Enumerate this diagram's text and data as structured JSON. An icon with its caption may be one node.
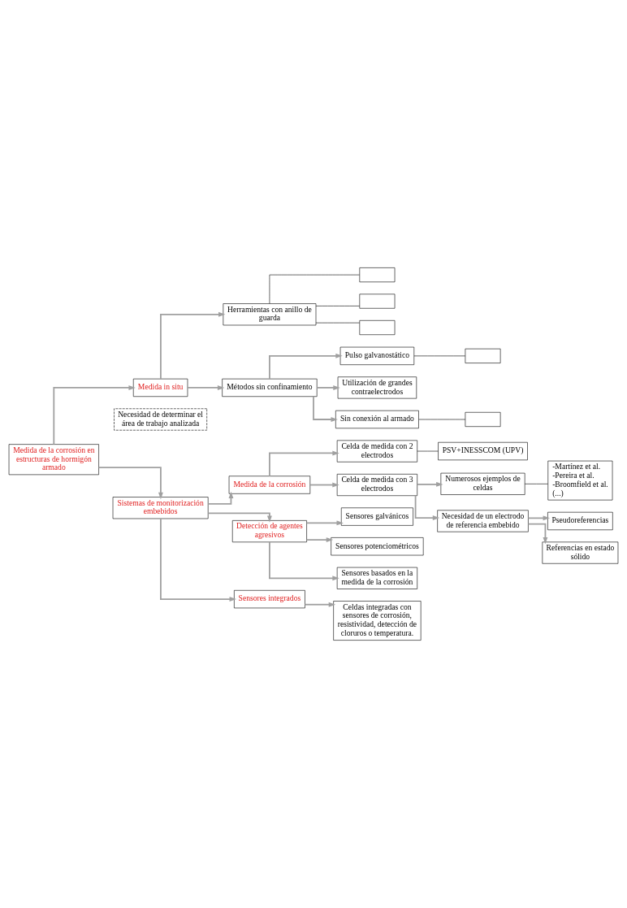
{
  "diagram": {
    "nodes": [
      {
        "text": [
          "Medida de la corrosión en estructuras de hormigón armado"
        ]
      },
      {
        "text": [
          "Medida in situ"
        ]
      },
      {
        "text": [
          "Necesidad de determinar el área de trabajo analizada"
        ]
      },
      {
        "text": [
          "Herramientas con anillo de guarda"
        ]
      },
      {
        "text": [],
        "shape": "box"
      },
      {
        "text": [],
        "shape": "box"
      },
      {
        "text": [],
        "shape": "box"
      },
      {
        "text": [
          "Métodos sin confinamiento"
        ]
      },
      {
        "text": [
          "Pulso galvanostático"
        ]
      },
      {
        "text": [],
        "shape": "box"
      },
      {
        "text": [
          "Utilización de grandes contraelectrodos"
        ]
      },
      {
        "text": [
          "Sin conexión al armado"
        ]
      },
      {
        "text": [],
        "shape": "box"
      },
      {
        "text": [
          "Sistemas de monitorización embebidos"
        ]
      },
      {
        "text": [
          "Medida de la corrosión"
        ]
      },
      {
        "text": [
          "Celda de medida con 2 electrodos"
        ]
      },
      {
        "text": [
          "PSV+INESSCOM (UPV)"
        ]
      },
      {
        "text": [
          "Celda de medida con 3 electrodos"
        ]
      },
      {
        "text": [
          "Numerosos ejemplos de celdas"
        ]
      },
      {
        "text": [
          "-Martínez et al.",
          "-Pereira et al.",
          "-Broomfield et al.",
          "(...)"
        ]
      },
      {
        "text": [
          "Necesidad de un electrodo de referencia embebido"
        ]
      },
      {
        "text": [
          "Pseudoreferencias"
        ]
      },
      {
        "text": [
          "Referencias en estado sólido"
        ]
      },
      {
        "text": [
          "Detección de agentes agresivos"
        ]
      },
      {
        "text": [
          "Sensores galvánicos"
        ]
      },
      {
        "text": [
          "Sensores potenciométricos"
        ]
      },
      {
        "text": [
          "Sensores basados en la medida de la corrosión"
        ]
      },
      {
        "text": [
          "Sensores integrados"
        ]
      },
      {
        "text": [
          "Celdas integradas con sensores de corrosión, resistividad, detección de cloruros o temperatura."
        ]
      }
    ],
    "edges": [
      {
        "from": 0,
        "to": 1,
        "arrow": "to"
      },
      {
        "from": 0,
        "to": 13,
        "arrow": "to"
      },
      {
        "from": 1,
        "to": 3,
        "arrow": "to"
      },
      {
        "from": 1,
        "to": 7,
        "arrow": "to"
      },
      {
        "from": 3,
        "to": 4,
        "arrow": "none",
        "color": "#000000"
      },
      {
        "from": 3,
        "to": 5,
        "arrow": "none",
        "color": "#000000"
      },
      {
        "from": 3,
        "to": 6,
        "arrow": "none",
        "color": "#000000"
      },
      {
        "from": 7,
        "to": 8,
        "arrow": "to"
      },
      {
        "from": 7,
        "to": 10,
        "arrow": "to"
      },
      {
        "from": 7,
        "to": 11,
        "arrow": "to"
      },
      {
        "from": 8,
        "to": 9,
        "arrow": "none",
        "color": "#000000"
      },
      {
        "from": 11,
        "to": 12,
        "arrow": "none",
        "color": "#000000"
      },
      {
        "from": 13,
        "to": 14,
        "arrow": "to"
      },
      {
        "from": 13,
        "to": 23,
        "arrow": "to"
      },
      {
        "from": 13,
        "to": 27,
        "arrow": "to"
      },
      {
        "from": 14,
        "to": 15,
        "arrow": "to"
      },
      {
        "from": 14,
        "to": 17,
        "arrow": "to"
      },
      {
        "from": 15,
        "to": 16,
        "arrow": "none",
        "color": "#000000"
      },
      {
        "from": 17,
        "to": 18,
        "arrow": "to"
      },
      {
        "from": 17,
        "to": 20,
        "arrow": "to"
      },
      {
        "from": 18,
        "to": 19,
        "arrow": "none",
        "color": "#000000"
      },
      {
        "from": 20,
        "to": 21,
        "arrow": "to"
      },
      {
        "from": 20,
        "to": 22,
        "arrow": "to"
      },
      {
        "from": 23,
        "to": 24,
        "arrow": "to"
      },
      {
        "from": 23,
        "to": 25,
        "arrow": "to"
      },
      {
        "from": 23,
        "to": 26,
        "arrow": "to"
      },
      {
        "from": 27,
        "to": 28,
        "arrow": "to"
      }
    ]
  }
}
